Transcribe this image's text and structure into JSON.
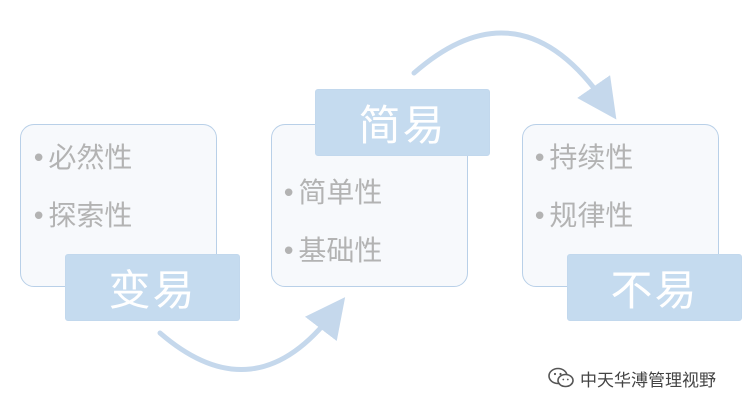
{
  "left_group": {
    "items": [
      "必然性",
      "探索性"
    ],
    "label": "变易"
  },
  "middle_group": {
    "items": [
      "简单性",
      "基础性"
    ],
    "label": "简易"
  },
  "right_group": {
    "items": [
      "持续性",
      "规律性"
    ],
    "label": "不易"
  },
  "bullet": "•",
  "watermark": {
    "text": "中天华溥管理视野",
    "icon": "wechat-icon"
  },
  "colors": {
    "panel_border": "#b9d0e8",
    "label_fill": "#c5dbef",
    "item_text": "#b3b3b3",
    "arrow": "#c5d8ec"
  }
}
